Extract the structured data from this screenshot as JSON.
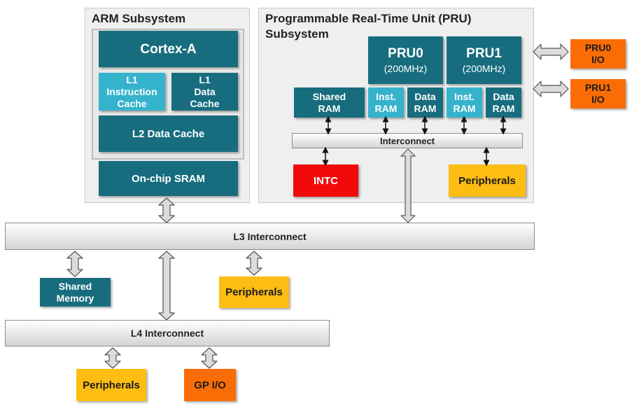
{
  "arm": {
    "title": "ARM Subsystem",
    "cortex": "Cortex-A",
    "l1i": [
      "L1",
      "Instruction",
      "Cache"
    ],
    "l1d": [
      "L1",
      "Data",
      "Cache"
    ],
    "l2": "L2 Data Cache",
    "sram": "On-chip SRAM"
  },
  "pru": {
    "title_line1": "Programmable Real-Time Unit (PRU)",
    "title_line2": "Subsystem",
    "pru0": {
      "name": "PRU0",
      "freq": "(200MHz)"
    },
    "pru1": {
      "name": "PRU1",
      "freq": "(200MHz)"
    },
    "shared_ram": [
      "Shared",
      "RAM"
    ],
    "inst_ram": [
      "Inst.",
      "RAM"
    ],
    "data_ram": [
      "Data",
      "RAM"
    ],
    "interconnect": "Interconnect",
    "intc": "INTC",
    "peripherals": "Peripherals"
  },
  "io": {
    "pru0_io": [
      "PRU0",
      "I/O"
    ],
    "pru1_io": [
      "PRU1",
      "I/O"
    ]
  },
  "l3": {
    "label": "L3 Interconnect",
    "shared_memory": [
      "Shared",
      "Memory"
    ],
    "peripherals": "Peripherals"
  },
  "l4": {
    "label": "L4 Interconnect",
    "peripherals": "Peripherals",
    "gpio": "GP I/O"
  },
  "colors": {
    "teal": "#176d7e",
    "light_teal": "#36b3cc",
    "orange": "#fa6d06",
    "yellow": "#fdbd13",
    "red": "#f20a0a"
  }
}
